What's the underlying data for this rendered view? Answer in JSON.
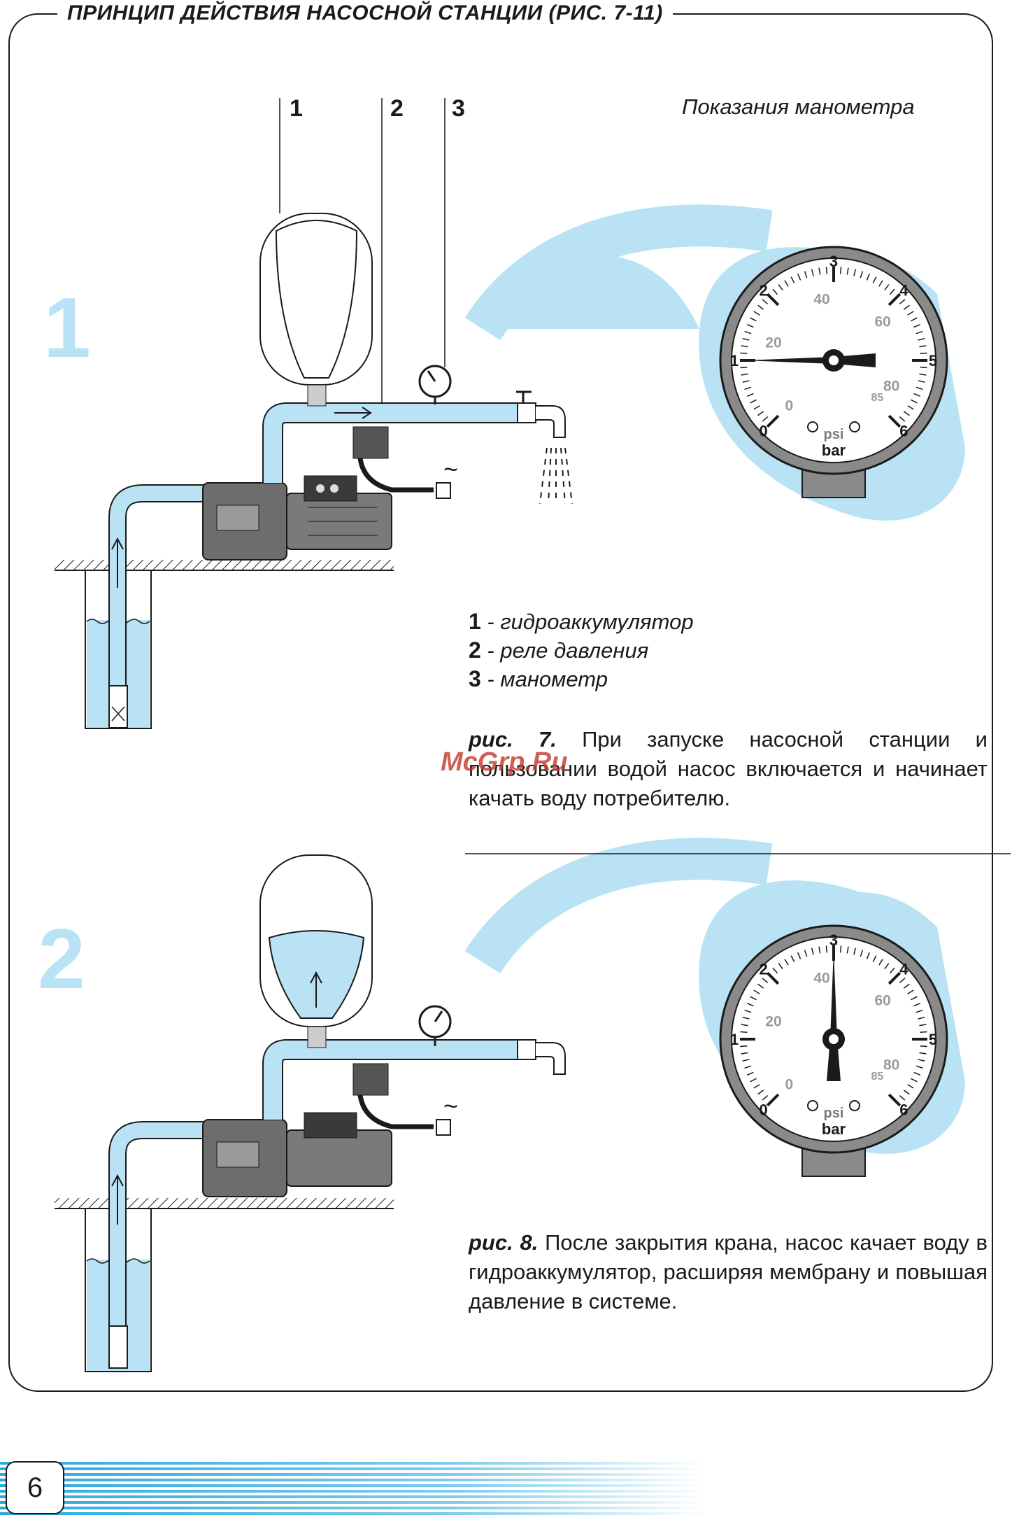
{
  "title": "ПРИНЦИП ДЕЙСТВИЯ НАСОСНОЙ СТАНЦИИ (РИС. 7-11)",
  "gauge_caption": "Показания манометра",
  "callouts": [
    "1",
    "2",
    "3"
  ],
  "stages": [
    "1",
    "2"
  ],
  "legend": [
    {
      "num": "1",
      "text": "- гидроаккумулятор"
    },
    {
      "num": "2",
      "text": "- реле давления"
    },
    {
      "num": "3",
      "text": "- манометр"
    }
  ],
  "fig7": {
    "label": "рис. 7.",
    "text": "При запуске насосной станции и пользовании водой насос включается и начинает качать воду потребителю."
  },
  "fig8": {
    "label": "рис. 8.",
    "text": "После закрытия крана, насос качает воду в гидроаккумулятор, расширяя мембрану и повышая давление в системе."
  },
  "gauge": {
    "bar_ticks": [
      "0",
      "1",
      "2",
      "3",
      "4",
      "5",
      "6"
    ],
    "psi_ticks": [
      "0",
      "20",
      "40",
      "60",
      "80",
      "85"
    ],
    "unit_psi": "psi",
    "unit_bar": "bar",
    "reading_fig7_bar": 1,
    "reading_fig8_bar": 3
  },
  "power_symbol": "~",
  "watermark": "McGrp.Ru",
  "page_number": "6",
  "colors": {
    "water": "#b9e3f4",
    "ink": "#1a1a1a",
    "gauge_face": "#ffffff",
    "gauge_rim": "#8a8a8a"
  }
}
